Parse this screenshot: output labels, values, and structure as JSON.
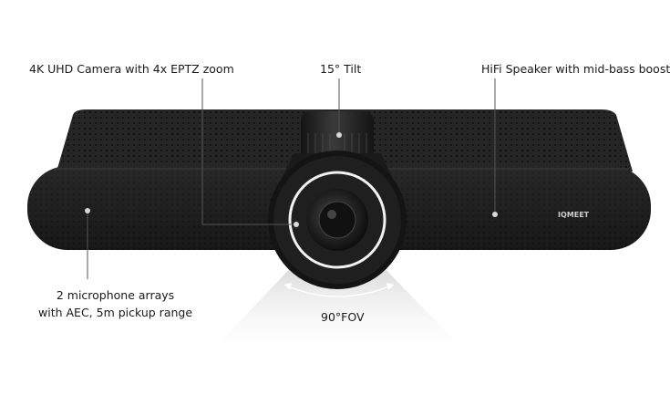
{
  "callouts": {
    "camera": "4K UHD Camera with 4x EPTZ zoom",
    "tilt": "15° Tilt",
    "speaker": "HiFi Speaker with mid-bass boost",
    "mic_line1": "2 microphone arrays",
    "mic_line2": "with AEC, 5m pickup range",
    "fov": "90°FOV"
  },
  "brand_logo": "IQMEET",
  "colors": {
    "body": "#1e1e1e",
    "accent_ring": "#f2f2f2",
    "leader_line": "#555555"
  }
}
